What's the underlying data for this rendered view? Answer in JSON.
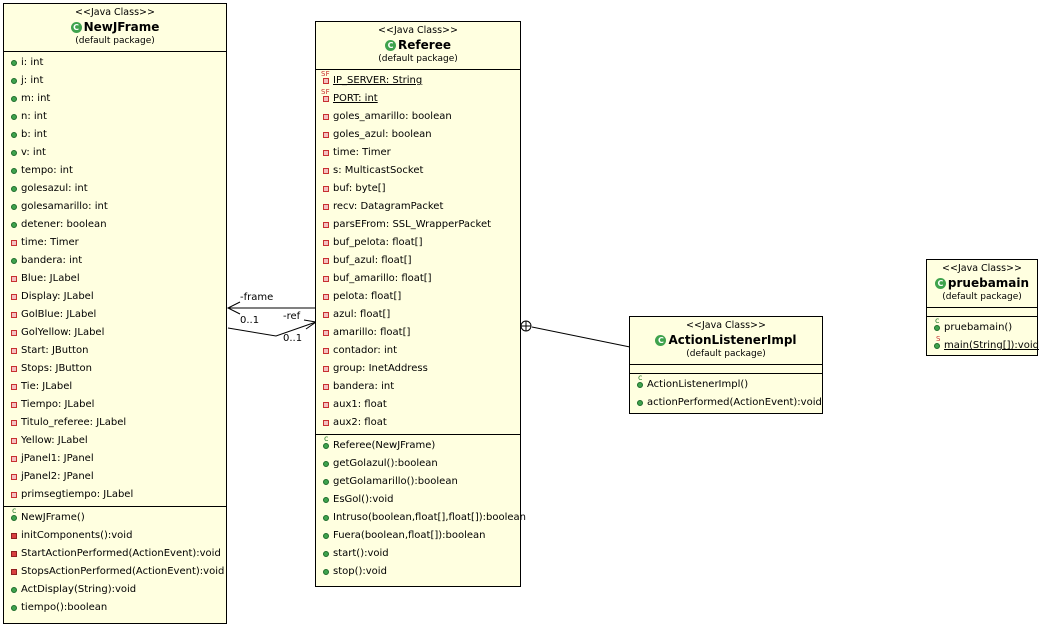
{
  "classes": {
    "newjframe": {
      "stereotype": "<<Java Class>>",
      "name": "NewJFrame",
      "package": "(default package)",
      "attributes": [
        {
          "text": "i: int",
          "vis": "pub"
        },
        {
          "text": "j: int",
          "vis": "pub"
        },
        {
          "text": "m: int",
          "vis": "pub"
        },
        {
          "text": "n: int",
          "vis": "pub"
        },
        {
          "text": "b: int",
          "vis": "pub"
        },
        {
          "text": "v: int",
          "vis": "pub"
        },
        {
          "text": "tempo: int",
          "vis": "pub"
        },
        {
          "text": "golesazul: int",
          "vis": "pub"
        },
        {
          "text": "golesamarillo: int",
          "vis": "pub"
        },
        {
          "text": "detener: boolean",
          "vis": "pub"
        },
        {
          "text": "time: Timer",
          "vis": "priv"
        },
        {
          "text": "bandera: int",
          "vis": "pub"
        },
        {
          "text": "Blue: JLabel",
          "vis": "priv"
        },
        {
          "text": "Display: JLabel",
          "vis": "priv"
        },
        {
          "text": "GolBlue: JLabel",
          "vis": "priv"
        },
        {
          "text": "GolYellow: JLabel",
          "vis": "priv"
        },
        {
          "text": "Start: JButton",
          "vis": "priv"
        },
        {
          "text": "Stops: JButton",
          "vis": "priv"
        },
        {
          "text": "Tie: JLabel",
          "vis": "priv"
        },
        {
          "text": "Tiempo: JLabel",
          "vis": "priv"
        },
        {
          "text": "Titulo_referee: JLabel",
          "vis": "priv"
        },
        {
          "text": "Yellow: JLabel",
          "vis": "priv"
        },
        {
          "text": "jPanel1: JPanel",
          "vis": "priv"
        },
        {
          "text": "jPanel2: JPanel",
          "vis": "priv"
        },
        {
          "text": "primsegtiempo: JLabel",
          "vis": "priv"
        }
      ],
      "methods": [
        {
          "text": "NewJFrame()",
          "vis": "ctor"
        },
        {
          "text": "initComponents():void",
          "vis": "privm"
        },
        {
          "text": "StartActionPerformed(ActionEvent):void",
          "vis": "privm"
        },
        {
          "text": "StopsActionPerformed(ActionEvent):void",
          "vis": "privm"
        },
        {
          "text": "ActDisplay(String):void",
          "vis": "pub"
        },
        {
          "text": "tiempo():boolean",
          "vis": "pub"
        }
      ]
    },
    "referee": {
      "stereotype": "<<Java Class>>",
      "name": "Referee",
      "package": "(default package)",
      "attributes": [
        {
          "text": "IP_SERVER: String",
          "vis": "sf",
          "underline": true
        },
        {
          "text": "PORT: int",
          "vis": "sf",
          "underline": true
        },
        {
          "text": "goles_amarillo: boolean",
          "vis": "priv"
        },
        {
          "text": "goles_azul: boolean",
          "vis": "priv"
        },
        {
          "text": "time: Timer",
          "vis": "priv"
        },
        {
          "text": "s: MulticastSocket",
          "vis": "priv"
        },
        {
          "text": "buf: byte[]",
          "vis": "priv"
        },
        {
          "text": "recv: DatagramPacket",
          "vis": "priv"
        },
        {
          "text": "parsEFrom: SSL_WrapperPacket",
          "vis": "priv"
        },
        {
          "text": "buf_pelota: float[]",
          "vis": "priv"
        },
        {
          "text": "buf_azul: float[]",
          "vis": "priv"
        },
        {
          "text": "buf_amarillo: float[]",
          "vis": "priv"
        },
        {
          "text": "pelota: float[]",
          "vis": "priv"
        },
        {
          "text": "azul: float[]",
          "vis": "priv"
        },
        {
          "text": "amarillo: float[]",
          "vis": "priv"
        },
        {
          "text": "contador: int",
          "vis": "priv"
        },
        {
          "text": "group: InetAddress",
          "vis": "priv"
        },
        {
          "text": "bandera: int",
          "vis": "priv"
        },
        {
          "text": "aux1: float",
          "vis": "priv"
        },
        {
          "text": "aux2: float",
          "vis": "priv"
        }
      ],
      "methods": [
        {
          "text": "Referee(NewJFrame)",
          "vis": "ctor"
        },
        {
          "text": "getGolazul():boolean",
          "vis": "pub"
        },
        {
          "text": "getGolamarillo():boolean",
          "vis": "pub"
        },
        {
          "text": "EsGol():void",
          "vis": "pub"
        },
        {
          "text": "Intruso(boolean,float[],float[]):boolean",
          "vis": "pub"
        },
        {
          "text": "Fuera(boolean,float[]):boolean",
          "vis": "pub"
        },
        {
          "text": "start():void",
          "vis": "pub"
        },
        {
          "text": "stop():void",
          "vis": "pub"
        }
      ]
    },
    "actionlistener": {
      "stereotype": "<<Java Class>>",
      "name": "ActionListenerImpl",
      "package": "(default package)",
      "attributes": [],
      "methods": [
        {
          "text": "ActionListenerImpl()",
          "vis": "ctor"
        },
        {
          "text": "actionPerformed(ActionEvent):void",
          "vis": "pub"
        }
      ]
    },
    "pruebamain": {
      "stereotype": "<<Java Class>>",
      "name": "pruebamain",
      "package": "(default package)",
      "attributes": [],
      "methods": [
        {
          "text": "pruebamain()",
          "vis": "ctor"
        },
        {
          "text": "main(String[]):void",
          "vis": "stat",
          "underline": true
        }
      ]
    }
  },
  "associations": {
    "frame_role": "-frame",
    "frame_mult": "0..1",
    "ref_role": "-ref",
    "ref_mult": "0..1"
  }
}
